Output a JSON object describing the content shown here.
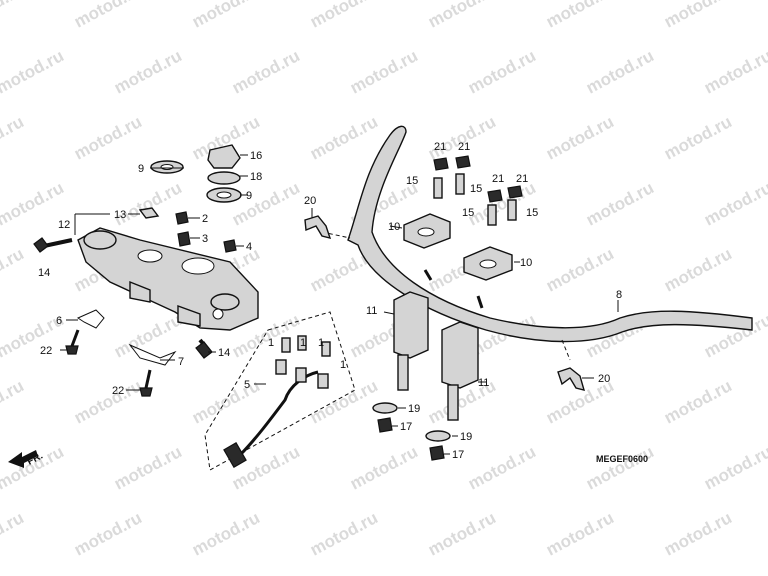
{
  "watermark": "motod.ru",
  "diagram_code": "MEGEF0600",
  "front_marker": "FR.",
  "callouts": [
    {
      "id": "c1",
      "text": "1"
    },
    {
      "id": "c1b",
      "text": "1"
    },
    {
      "id": "c1c",
      "text": "1"
    },
    {
      "id": "c1d",
      "text": "1"
    },
    {
      "id": "c2",
      "text": "2"
    },
    {
      "id": "c3",
      "text": "3"
    },
    {
      "id": "c4",
      "text": "4"
    },
    {
      "id": "c5",
      "text": "5"
    },
    {
      "id": "c6",
      "text": "6"
    },
    {
      "id": "c7",
      "text": "7"
    },
    {
      "id": "c8",
      "text": "8"
    },
    {
      "id": "c9a",
      "text": "9"
    },
    {
      "id": "c9b",
      "text": "9"
    },
    {
      "id": "c10a",
      "text": "10"
    },
    {
      "id": "c10b",
      "text": "10"
    },
    {
      "id": "c11a",
      "text": "11"
    },
    {
      "id": "c11b",
      "text": "11"
    },
    {
      "id": "c12",
      "text": "12"
    },
    {
      "id": "c13",
      "text": "13"
    },
    {
      "id": "c14a",
      "text": "14"
    },
    {
      "id": "c14b",
      "text": "14"
    },
    {
      "id": "c15a",
      "text": "15"
    },
    {
      "id": "c15b",
      "text": "15"
    },
    {
      "id": "c15c",
      "text": "15"
    },
    {
      "id": "c15d",
      "text": "15"
    },
    {
      "id": "c16",
      "text": "16"
    },
    {
      "id": "c17a",
      "text": "17"
    },
    {
      "id": "c17b",
      "text": "17"
    },
    {
      "id": "c18",
      "text": "18"
    },
    {
      "id": "c19a",
      "text": "19"
    },
    {
      "id": "c19b",
      "text": "19"
    },
    {
      "id": "c20a",
      "text": "20"
    },
    {
      "id": "c20b",
      "text": "20"
    },
    {
      "id": "c21a",
      "text": "21"
    },
    {
      "id": "c21b",
      "text": "21"
    },
    {
      "id": "c21c",
      "text": "21"
    },
    {
      "id": "c21d",
      "text": "21"
    },
    {
      "id": "c22a",
      "text": "22"
    },
    {
      "id": "c22b",
      "text": "22"
    }
  ]
}
